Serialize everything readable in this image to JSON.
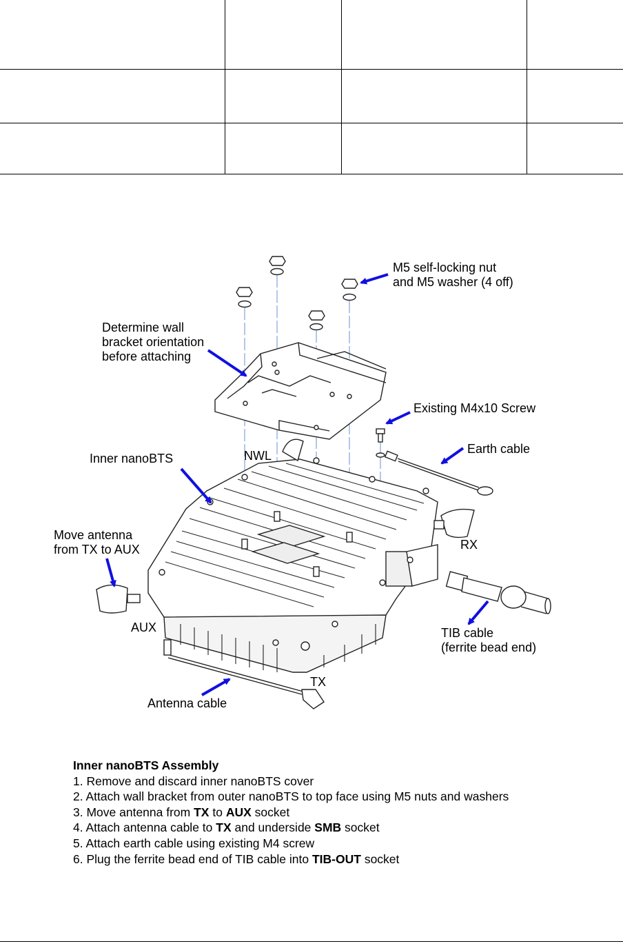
{
  "figure": {
    "labels": {
      "nut_line1": "M5 self-locking nut",
      "nut_line2": "and M5 washer (4 off)",
      "bracket_line1": "Determine wall",
      "bracket_line2": "bracket orientation",
      "bracket_line3": "before attaching",
      "screw": "Existing M4x10 Screw",
      "earth": "Earth cable",
      "inner": "Inner nanoBTS",
      "nwl": "NWL",
      "move_line1": "Move antenna",
      "move_line2": "from TX to AUX",
      "rx": "RX",
      "aux": "AUX",
      "tib_line1": "TIB cable",
      "tib_line2": "(ferrite bead end)",
      "tx": "TX",
      "antenna_cable": "Antenna cable"
    },
    "arrow_color": "#1010e0"
  },
  "instructions": {
    "heading": "Inner nanoBTS Assembly",
    "step1": "1. Remove and discard inner nanoBTS cover",
    "step2": "2. Attach wall bracket from outer nanoBTS to top face using M5 nuts and washers",
    "step3": {
      "pre": "3. Move antenna from ",
      "b1": "TX",
      "mid": " to ",
      "b2": "AUX",
      "post": " socket"
    },
    "step4": {
      "pre": "4. Attach antenna cable to ",
      "b1": "TX",
      "mid": " and underside ",
      "b2": "SMB",
      "post": " socket"
    },
    "step5": "5. Attach earth cable using existing M4 screw",
    "step6": {
      "pre": "6. Plug the ferrite bead end of TIB cable into ",
      "b1": "TIB-OUT",
      "post": " socket"
    }
  }
}
